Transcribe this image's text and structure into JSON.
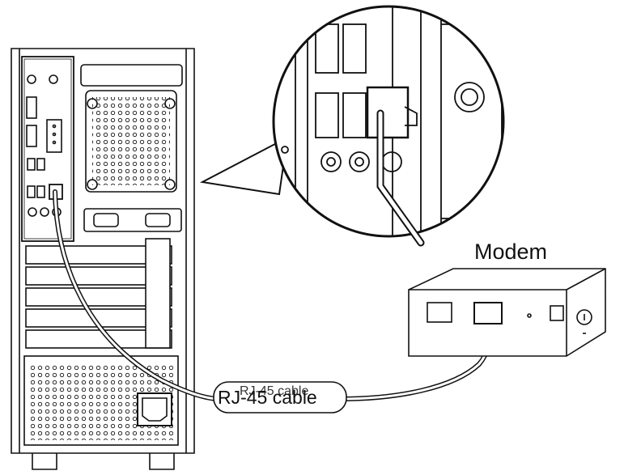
{
  "modem": {
    "label": "Modem"
  },
  "cable": {
    "label": "RJ-45 cable",
    "overlap_text": "RJ-45 cable"
  },
  "colors": {
    "line": "#111111",
    "cable_fill": "#ffffff",
    "background": "#ffffff"
  }
}
